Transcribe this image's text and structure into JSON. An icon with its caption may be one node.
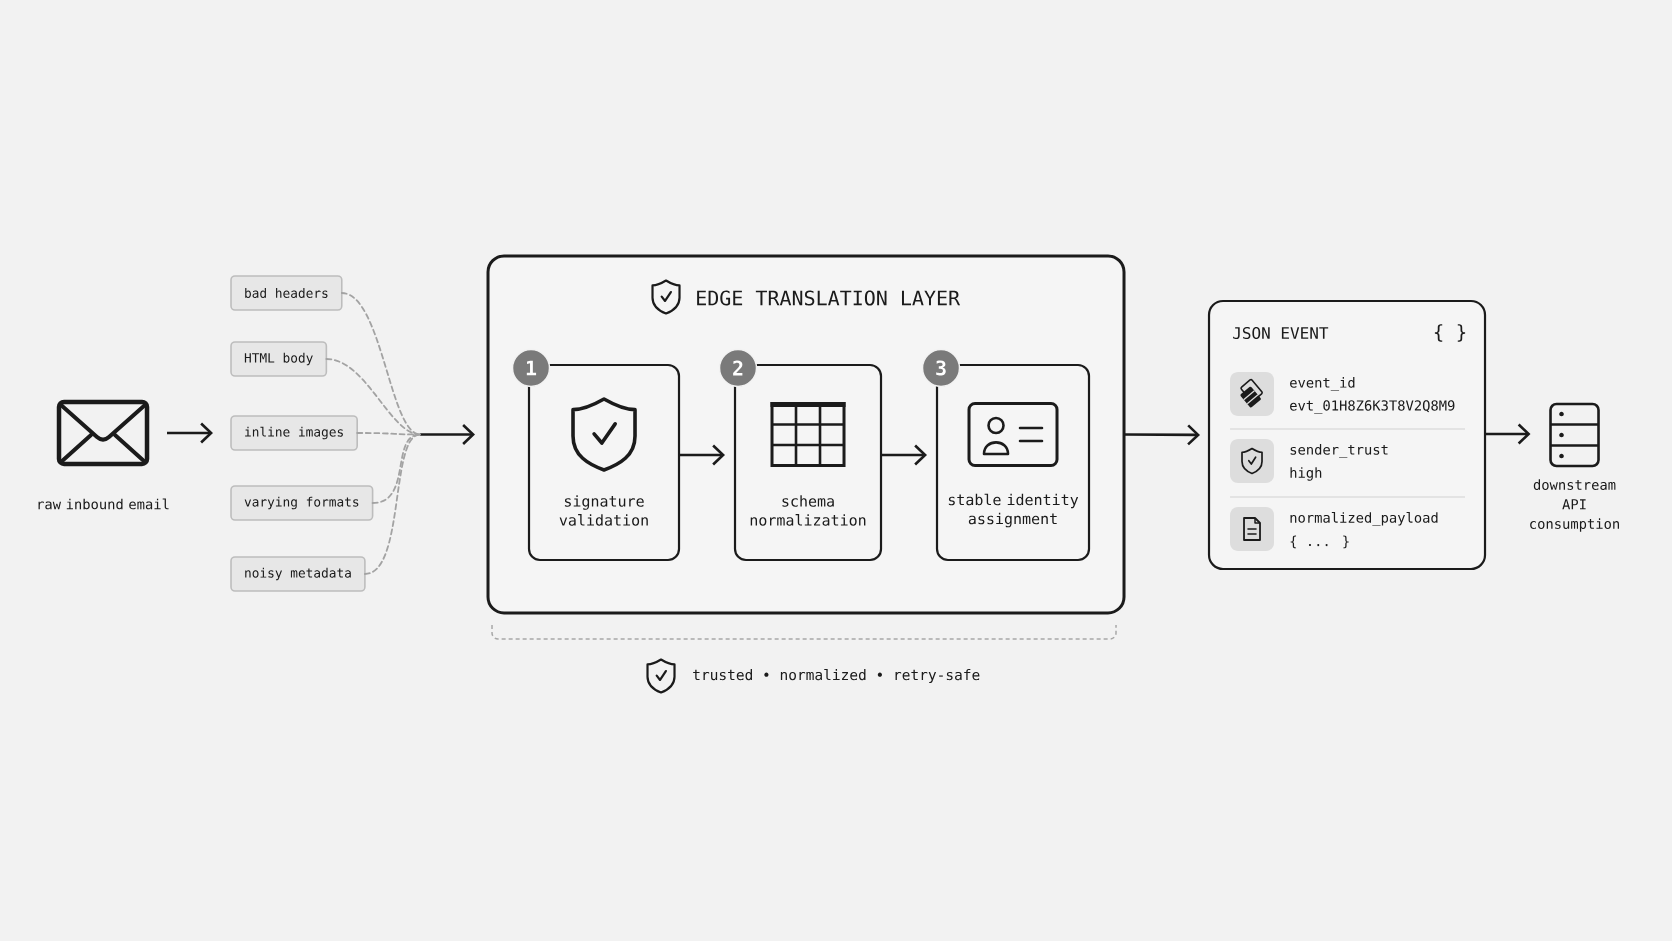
{
  "diagram": {
    "nodes": [
      {
        "text": [],
        "shape": "picture",
        "beside": [
          "raw inbound email"
        ]
      },
      {
        "text": [
          "bad headers"
        ]
      },
      {
        "text": [
          "HTML body"
        ]
      },
      {
        "text": [
          "inline images"
        ]
      },
      {
        "text": [
          "varying formats"
        ]
      },
      {
        "text": [
          "noisy metadata"
        ]
      },
      {
        "text": [
          "EDGE TRANSLATION LAYER"
        ]
      },
      {
        "text": [
          "1"
        ],
        "in": 6
      },
      {
        "text": [
          "signature validation"
        ],
        "in": 6
      },
      {
        "text": [
          "2"
        ],
        "in": 6
      },
      {
        "text": [
          "schema normalization"
        ],
        "in": 6
      },
      {
        "text": [
          "3"
        ],
        "in": 6
      },
      {
        "text": [
          "stable identity assignment"
        ],
        "in": 6
      },
      {
        "text": [
          "JSON EVENT",
          "{ }",
          "event_id",
          "evt_01H8Z6K3T8V2Q8M9",
          "sender_trust",
          "high",
          "normalized_payload",
          "{ ... }"
        ]
      },
      {
        "text": [],
        "shape": "picture",
        "beside": [
          "downstream API consumption"
        ]
      }
    ],
    "edges": [
      {
        "from": 0,
        "to": 3,
        "arrow": "to"
      },
      {
        "from": 1,
        "to": 6,
        "arrow": "to",
        "style": "dashed",
        "color": "#a3a3a3"
      },
      {
        "from": 2,
        "to": 6,
        "arrow": "to",
        "style": "dashed",
        "color": "#a3a3a3"
      },
      {
        "from": 3,
        "to": 6,
        "arrow": "to",
        "style": "dashed",
        "color": "#a3a3a3"
      },
      {
        "from": 4,
        "to": 6,
        "arrow": "to",
        "style": "dashed",
        "color": "#a3a3a3"
      },
      {
        "from": 5,
        "to": 6,
        "arrow": "to",
        "style": "dashed",
        "color": "#a3a3a3"
      },
      {
        "from": 8,
        "to": 10,
        "arrow": "to"
      },
      {
        "from": 10,
        "to": 12,
        "arrow": "to"
      },
      {
        "from": 6,
        "to": 13,
        "arrow": "to"
      },
      {
        "from": 13,
        "to": 14,
        "arrow": "to"
      }
    ],
    "labels": [
      "trusted • normalized • retry-safe"
    ]
  }
}
